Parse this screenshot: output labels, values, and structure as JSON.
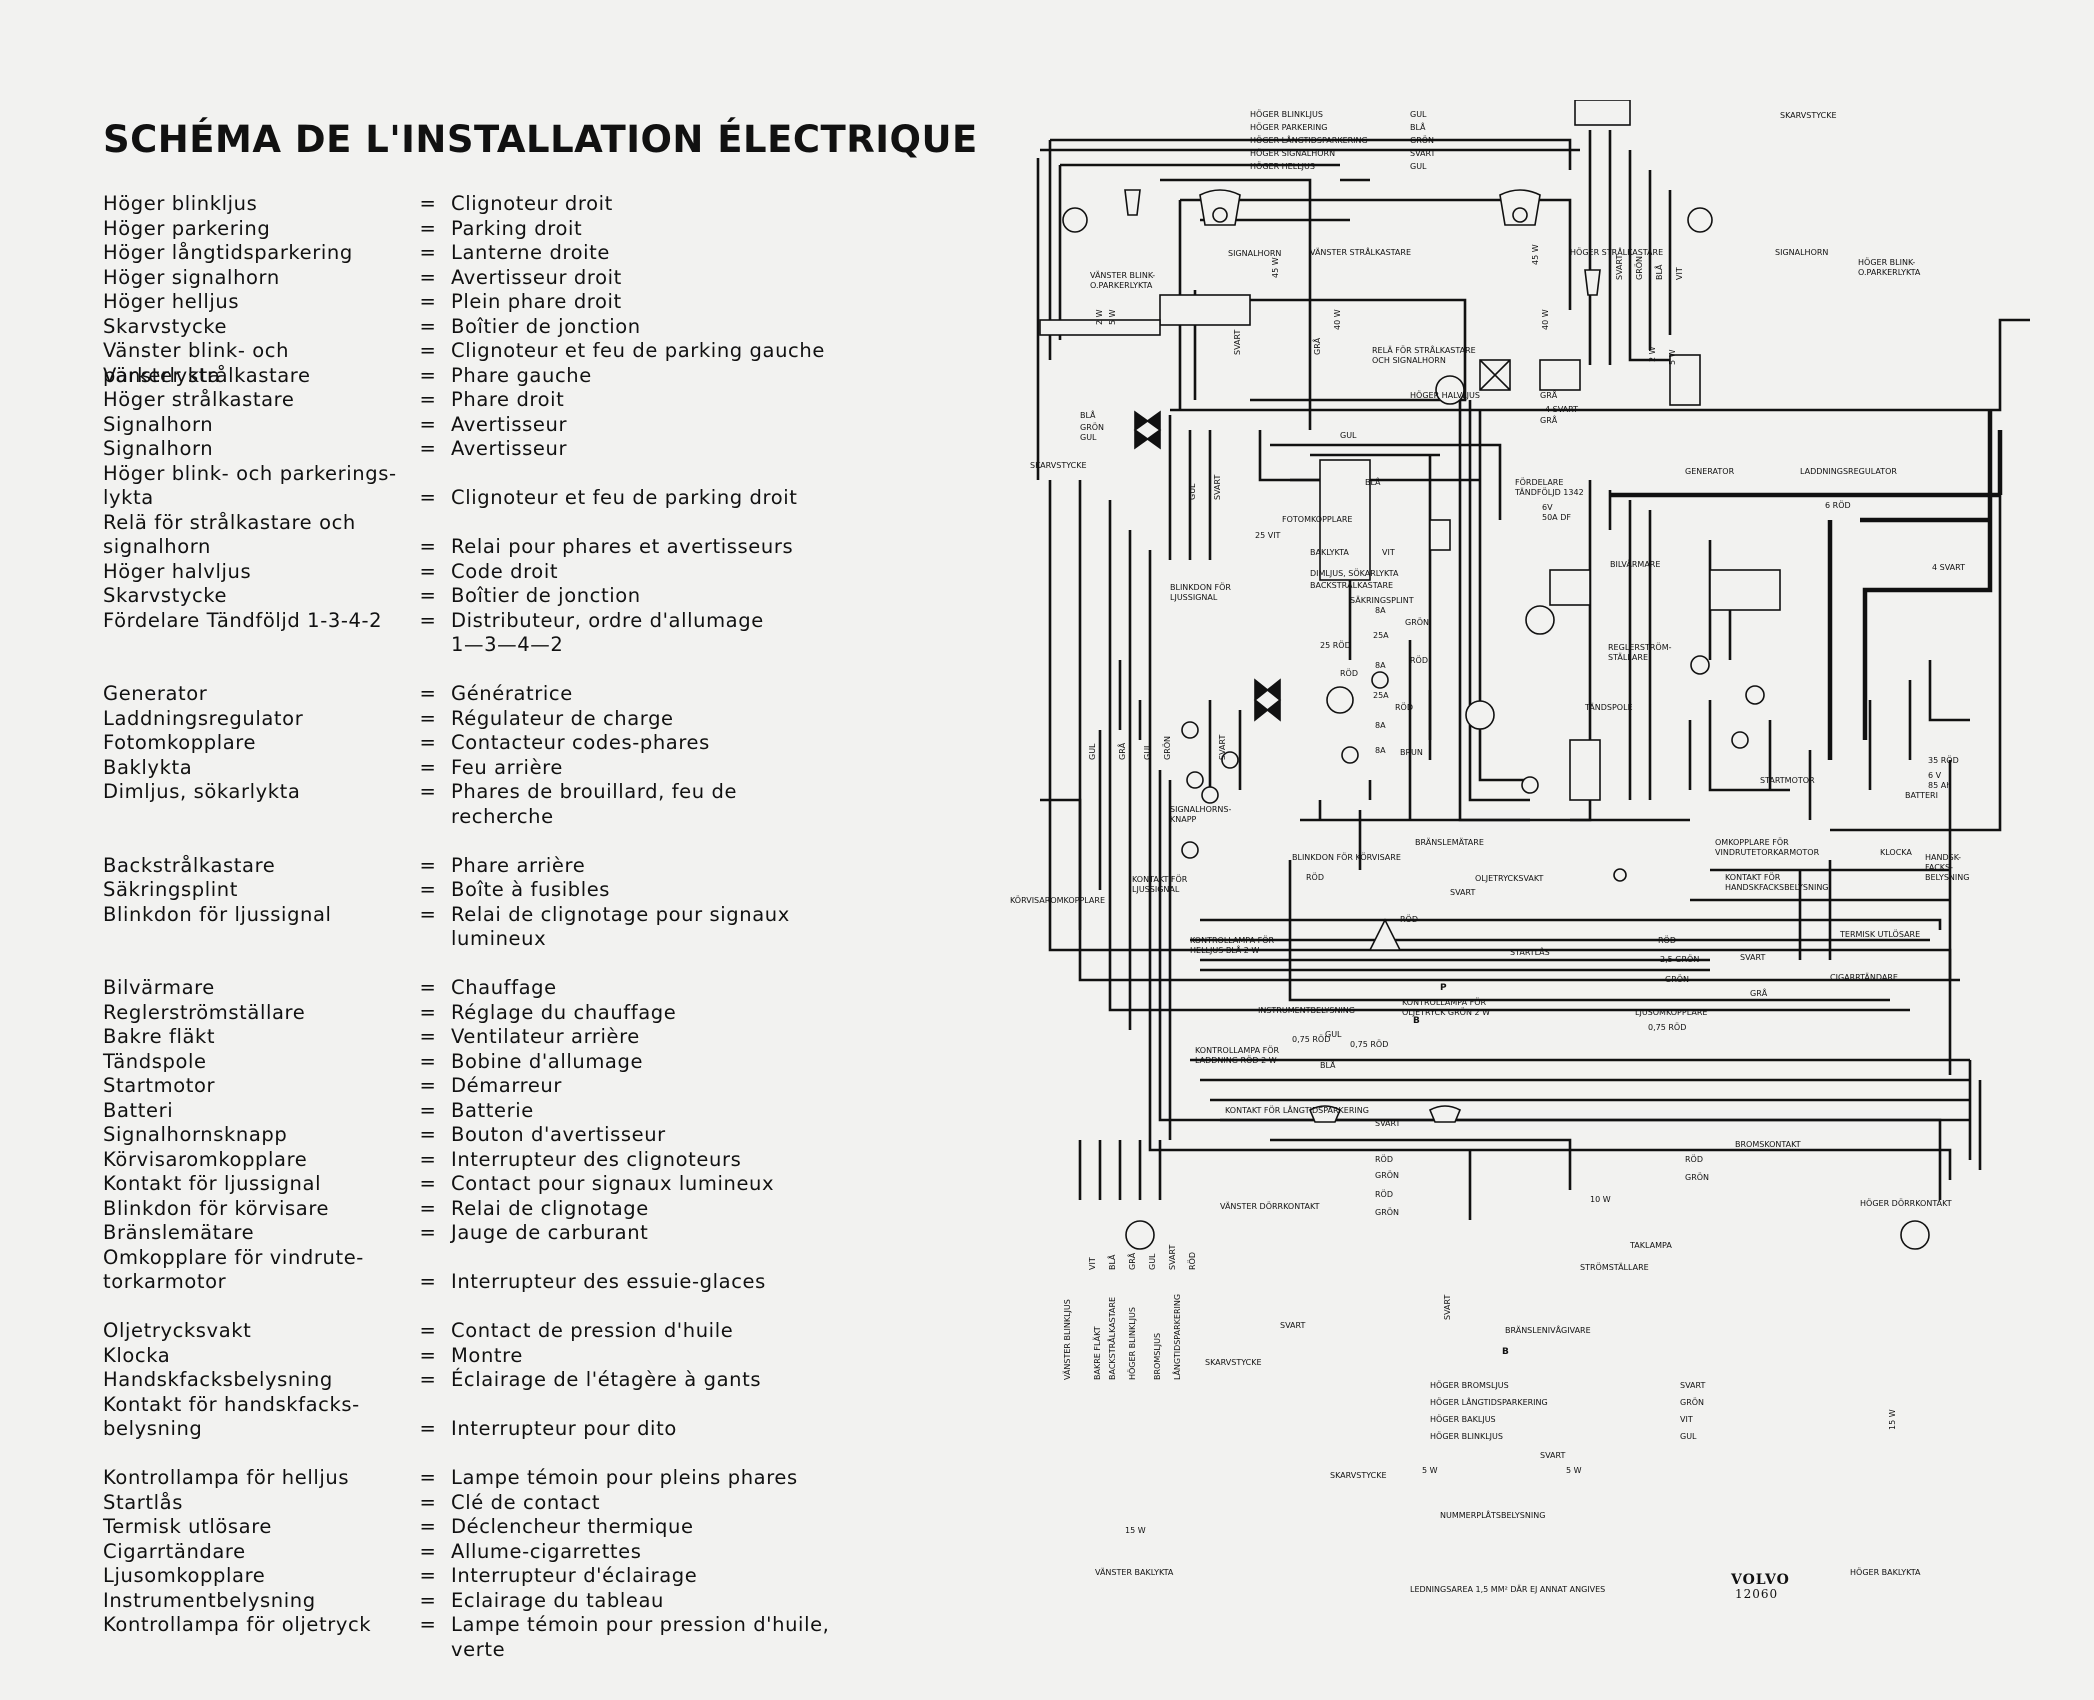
{
  "title": "SCHÉMA DE L'INSTALLATION ÉLECTRIQUE",
  "legend": [
    {
      "sv": "Höger blinkljus",
      "fr": "Clignoteur droit"
    },
    {
      "sv": "Höger parkering",
      "fr": "Parking droit"
    },
    {
      "sv": "Höger långtidsparkering",
      "fr": "Lanterne droite"
    },
    {
      "sv": "Höger signalhorn",
      "fr": "Avertisseur droit"
    },
    {
      "sv": "Höger helljus",
      "fr": "Plein phare droit"
    },
    {
      "sv": "Skarvstycke",
      "fr": "Boîtier de jonction"
    },
    {
      "sv": "Vänster blink- och parkerlykta",
      "fr": "Clignoteur et feu de parking gauche"
    },
    {
      "sv": "Vänster strålkastare",
      "fr": "Phare gauche"
    },
    {
      "sv": "Höger strålkastare",
      "fr": "Phare droit"
    },
    {
      "sv": "Signalhorn",
      "fr": "Avertisseur"
    },
    {
      "sv": "Signalhorn",
      "fr": "Avertisseur"
    },
    {
      "sv": "Höger blink- och parkerings-\nlykta",
      "fr": "Clignoteur et feu de parking droit"
    },
    {
      "sv": "Relä för strålkastare och\nsignalhorn",
      "fr": "Relai pour phares et avertisseurs"
    },
    {
      "sv": "Höger halvljus",
      "fr": "Code droit"
    },
    {
      "sv": "Skarvstycke",
      "fr": "Boîtier de jonction"
    },
    {
      "sv": "Fördelare  Tändföljd 1-3-4-2",
      "fr": "Distributeur, ordre d'allumage\n1—3—4—2"
    },
    {
      "sv": "Generator",
      "fr": "Génératrice"
    },
    {
      "sv": "Laddningsregulator",
      "fr": "Régulateur de charge"
    },
    {
      "sv": "Fotomkopplare",
      "fr": "Contacteur codes-phares"
    },
    {
      "sv": "Baklykta",
      "fr": "Feu arrière"
    },
    {
      "sv": "Dimljus, sökarlykta",
      "fr": "Phares de brouillard, feu de\nrecherche"
    },
    {
      "sv": "Backstrålkastare",
      "fr": "Phare arrière"
    },
    {
      "sv": "Säkringsplint",
      "fr": "Boîte à fusibles"
    },
    {
      "sv": "Blinkdon för ljussignal",
      "fr": "Relai de clignotage pour signaux\nlumineux"
    },
    {
      "sv": "Bilvärmare",
      "fr": "Chauffage"
    },
    {
      "sv": "Reglerströmställare",
      "fr": "Réglage du chauffage"
    },
    {
      "sv": "Bakre fläkt",
      "fr": "Ventilateur arrière"
    },
    {
      "sv": "Tändspole",
      "fr": "Bobine d'allumage"
    },
    {
      "sv": "Startmotor",
      "fr": "Démarreur"
    },
    {
      "sv": "Batteri",
      "fr": "Batterie"
    },
    {
      "sv": "Signalhornsknapp",
      "fr": "Bouton d'avertisseur"
    },
    {
      "sv": "Körvisaromkopplare",
      "fr": "Interrupteur des clignoteurs"
    },
    {
      "sv": "Kontakt för ljussignal",
      "fr": "Contact pour signaux lumineux"
    },
    {
      "sv": "Blinkdon för körvisare",
      "fr": "Relai de clignotage"
    },
    {
      "sv": "Bränslemätare",
      "fr": "Jauge de carburant"
    },
    {
      "sv": "Omkopplare för vindrute-\ntorkarmotor",
      "fr": "Interrupteur des essuie-glaces"
    },
    {
      "sv": "Oljetrycksvakt",
      "fr": "Contact de pression d'huile"
    },
    {
      "sv": "Klocka",
      "fr": "Montre"
    },
    {
      "sv": "Handskfacksbelysning",
      "fr": "Éclairage de l'étagère à gants"
    },
    {
      "sv": "Kontakt för handskfacks-\nbelysning",
      "fr": "Interrupteur pour dito"
    },
    {
      "sv": "Kontrollampa för helljus",
      "fr": "Lampe témoin pour pleins phares"
    },
    {
      "sv": "Startlås",
      "fr": "Clé de contact"
    },
    {
      "sv": "Termisk utlösare",
      "fr": "Déclencheur thermique"
    },
    {
      "sv": "Cigarrtändare",
      "fr": "Allume-cigarrettes"
    },
    {
      "sv": "Ljusomkopplare",
      "fr": "Interrupteur d'éclairage"
    },
    {
      "sv": "Instrumentbelysning",
      "fr": "Eclairage du tableau"
    },
    {
      "sv": "Kontrollampa för oljetryck",
      "fr": "Lampe témoin pour pression d'huile,\nverte"
    }
  ],
  "legend_gaps_after": [
    15,
    20,
    23,
    35,
    39
  ],
  "diagram": {
    "top_wires": [
      {
        "name": "HÖGER BLINKLJUS",
        "color": "GUL"
      },
      {
        "name": "HÖGER PARKERING",
        "color": "BLÅ"
      },
      {
        "name": "HÖGER LÅNGTIDSPARKERING",
        "color": "GRÖN"
      },
      {
        "name": "HÖGER SIGNALHORN",
        "color": "SVART"
      },
      {
        "name": "HÖGER HELLJUS",
        "color": "GUL"
      }
    ],
    "labels": {
      "skarvstycke_top": "SKARVSTYCKE",
      "vanster_blink": "VÄNSTER BLINK-\nO.PARKERLYKTA",
      "signalhorn_left": "SIGNALHORN",
      "vanster_stralkastare": "VÄNSTER STRÅLKASTARE",
      "hoger_stralkastare": "HÖGER STRÅLKASTARE",
      "signalhorn_right": "SIGNALHORN",
      "hoger_blink": "HÖGER BLINK-\nO.PARKERLYKTA",
      "rela": "RELÄ FÖR STRÅLKASTARE\nOCH SIGNALHORN",
      "hoger_halvljus": "HÖGER HALVLJUS",
      "skarvstycke_left": "SKARVSTYCKE",
      "fordelare": "FÖRDELARE\nTÄNDFÖLJD 1342",
      "generator": "GENERATOR",
      "laddningsregulator": "LADDNINGSREGULATOR",
      "fotomkopplare": "FOTOMKOPPLARE",
      "baklykta": "BAKLYKTA",
      "dimljus": "DIMLJUS, SÖKARLYKTA",
      "backstralkastare": "BACKSTRÅLKASTARE",
      "sakringsplint": "SÄKRINGSPLINT",
      "blinkdon_ljussignal": "BLINKDON FÖR\nLJUSSIGNAL",
      "bilvarmare": "BILVÄRMARE",
      "reglerstrom": "REGLERSTRÖM-\nSTÄLLARE",
      "tandspole": "TÄNDSPOLE",
      "startmotor": "STARTMOTOR",
      "batteri": "BATTERI",
      "signalhornsknapp": "SIGNALHORNS-\nKNAPP",
      "blinkdon_korvisare": "BLINKDON FÖR KÖRVISARE",
      "branslematare": "BRÄNSLEMÄTARE",
      "oljetrycksvakt": "OLJETRYCKSVAKT",
      "omkopplare_vindrute": "OMKOPPLARE FÖR\nVINDRUTETORKARMOTOR",
      "klocka": "KLOCKA",
      "handskfacks": "HANDSK-\nFACKS-\nBELYSNING",
      "kontakt_handskfacks": "KONTAKT FÖR\nHANDSKFACKSBELYSNING",
      "korvisaromkopplare": "KÖRVISAROMKOPPLARE",
      "kontakt_ljussignal": "KONTAKT FÖR\nLJUSSIGNAL",
      "kontrollampa_helljus": "KONTROLLAMPA FÖR\nHELLJUS BLÅ  2 W",
      "startlas": "STARTLÅS",
      "termisk": "TERMISK UTLÖSARE",
      "cigarrtandare": "CIGARRTÄNDARE",
      "ljusomkopplare": "LJUSOMKOPPLARE",
      "instrumentbelysning": "INSTRUMENTBELYSNING",
      "kontrollampa_olje": "KONTROLLAMPA FÖR\nOLJETRYCK GRÖN  2 W",
      "kontrollampa_laddning": "KONTROLLAMPA FÖR\nLADDNING RÖD  2 W",
      "kontakt_langtids": "KONTAKT FÖR LÅNGTIDSPARKERING",
      "bromskontakt": "BROMSKONTAKT",
      "vanster_dorrkontakt": "VÄNSTER DÖRRKONTAKT",
      "hoger_dorrkontakt": "HÖGER DÖRRKONTAKT",
      "taklampa": "TAKLAMPA",
      "stromstallare": "STRÖMSTÄLLARE",
      "bransleniva": "BRÄNSLENIVÅGIVARE",
      "skarvstycke_bottom": "SKARVSTYCKE",
      "skarvstycke_rear": "SKARVSTYCKE",
      "nummerplats": "NUMMERPLÅTSBELYSNING",
      "vanster_baklykta": "VÄNSTER BAKLYKTA",
      "hoger_baklykta": "HÖGER BAKLYKTA",
      "ledningsarea": "LEDNINGSAREA 1,5 MM² DÄR EJ ANNAT ANGIVES"
    },
    "rear_wires": [
      {
        "name": "HÖGER BROMSLJUS",
        "color": "SVART"
      },
      {
        "name": "HÖGER LÅNGTIDSPARKERING",
        "color": "GRÖN"
      },
      {
        "name": "HÖGER BAKLJUS",
        "color": "VIT"
      },
      {
        "name": "HÖGER BLINKLJUS",
        "color": "GUL"
      }
    ],
    "vertical_wire_labels": [
      "VÄNSTER BLINKLJUS",
      "BAKRE FLÄKT",
      "BACKSTRÅLKASTARE",
      "HÖGER BLINKLJUS",
      "BROMSLJUS",
      "LÅNGTIDSPARKERING"
    ],
    "fuses": [
      "8A",
      "25A",
      "8A",
      "25A",
      "8A",
      "8A"
    ],
    "wire_colors": {
      "gul": "GUL",
      "bla": "BLÅ",
      "gron": "GRÖN",
      "svart": "SVART",
      "vit": "VIT",
      "rod": "RÖD",
      "brun": "BRUN",
      "gra": "GRÅ"
    },
    "misc": {
      "w40": "40 W",
      "w45": "45 W",
      "w2": "2 W",
      "w5": "5 W",
      "w15": "15 W",
      "w10": "10 W",
      "w25vit": "25 VIT",
      "w25rod": "25 RÖD",
      "w4svart": "4 SVART",
      "w6rod": "6 RÖD",
      "w35rod": "35 RÖD",
      "w075rod": "0,75 RÖD",
      "w25gron": "2,5 GRÖN",
      "bat": "6 V\n85 Ah",
      "gen_lbl": "6V\n50A  DF",
      "reg_out": "4 SVART",
      "fuse_b": "B",
      "fuse_p": "P"
    }
  },
  "brand": {
    "name": "VOLVO",
    "code": "12060"
  }
}
